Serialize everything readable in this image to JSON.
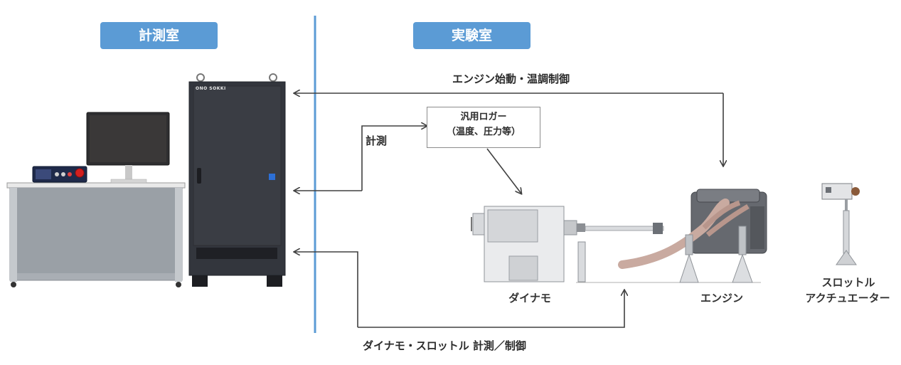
{
  "sections": {
    "measurement_room": "計測室",
    "test_room": "実験室"
  },
  "flows": {
    "engine_start": "エンジン始動・温調制御",
    "measure": "計測",
    "dyno_throttle": "ダイナモ・スロットル  計測／制御"
  },
  "logger": {
    "line1": "汎用ロガー",
    "line2": "（温度、圧力等）"
  },
  "components": {
    "dynamo": "ダイナモ",
    "engine": "エンジン",
    "actuator_line1": "スロットル",
    "actuator_line2": "アクチュエーター"
  },
  "cabinet": {
    "brand": "ONO SOKKI"
  },
  "colors": {
    "section_bg": "#5b9bd5",
    "divider": "#5b9bd5",
    "arrow": "#404040",
    "cabinet": "#33363d"
  }
}
